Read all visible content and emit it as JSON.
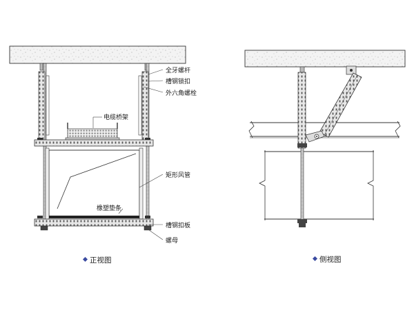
{
  "front_view": {
    "caption": "正视图",
    "labels": {
      "threaded_rod": "全牙螺杆",
      "channel_lock": "槽钢锁扣",
      "hex_bolt": "外六角螺栓",
      "cable_tray": "电缆桥架",
      "rect_duct": "矩形风管",
      "rubber_pad": "橡塑垫条",
      "channel_clip": "槽钢扣板",
      "nut": "螺母"
    }
  },
  "side_view": {
    "caption": "侧视图"
  },
  "colors": {
    "line": "#333333",
    "marker": "#3a4aa0",
    "slab_fill": "#f2f2f2",
    "channel_fill": "#e6e6e6",
    "tray_fill": "#d9d9d9",
    "rod_fill": "#cfcfcf",
    "pad_fill": "#222222"
  },
  "icons": {
    "caption_marker": "diamond-bullet-icon"
  }
}
